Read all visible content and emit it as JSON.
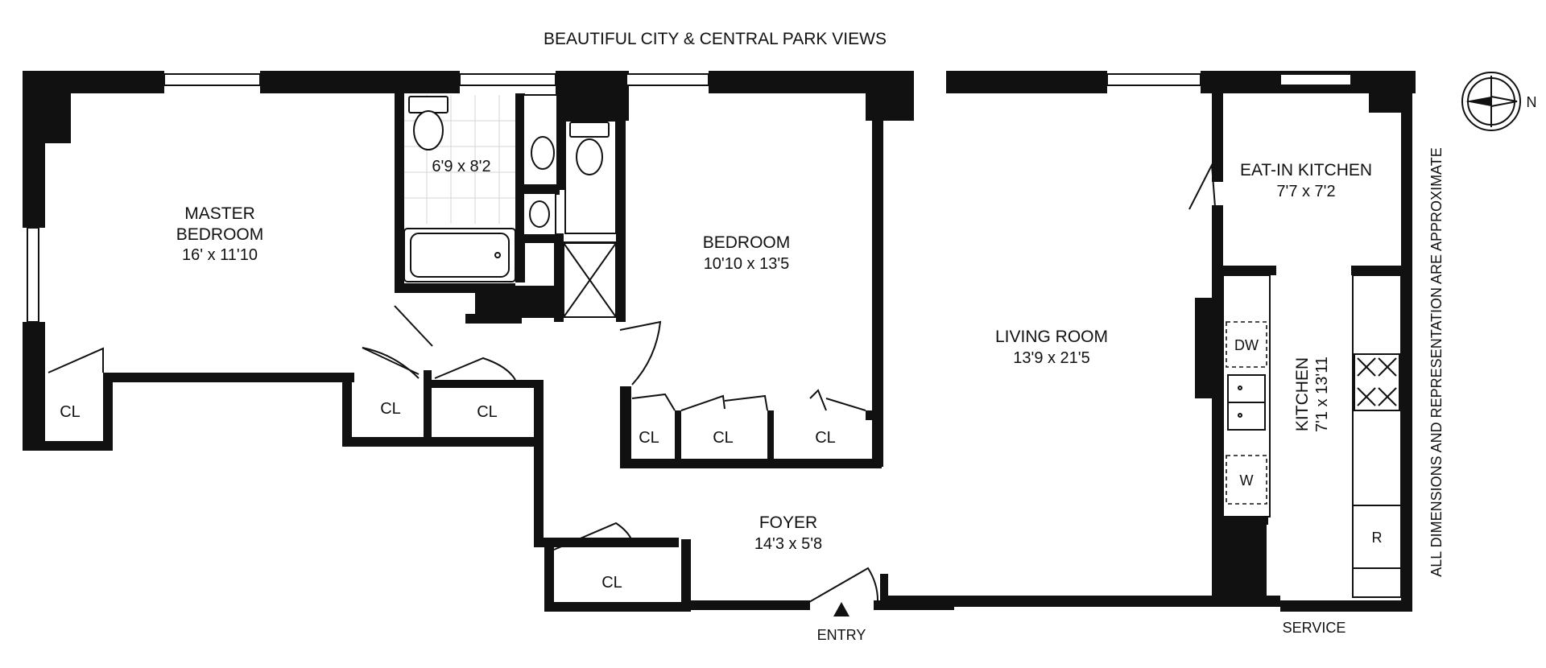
{
  "header": {
    "views": "BEAUTIFUL CITY & CENTRAL PARK VIEWS"
  },
  "disclaimer": "ALL DIMENSIONS AND REPRESENTATION ARE APPROXIMATE",
  "rooms": {
    "master_bedroom": {
      "name1": "MASTER",
      "name2": "BEDROOM",
      "dim": "16' x 11'10"
    },
    "bath": {
      "dim": "6'9 x 8'2"
    },
    "bedroom": {
      "name": "BEDROOM",
      "dim": "10'10 x 13'5"
    },
    "living_room": {
      "name": "LIVING ROOM",
      "dim": "13'9 x 21'5"
    },
    "eat_in_kitchen": {
      "name": "EAT-IN KITCHEN",
      "dim": "7'7 x 7'2"
    },
    "kitchen": {
      "name": "KITCHEN",
      "dim": "7'1 x 13'11"
    },
    "foyer": {
      "name": "FOYER",
      "dim": "14'3 x 5'8"
    }
  },
  "closets": {
    "label": "CL"
  },
  "appliances": {
    "dishwasher": "DW",
    "washer": "W",
    "refrigerator": "R"
  },
  "entrances": {
    "entry": "ENTRY",
    "service": "SERVICE"
  },
  "compass": {
    "north": "N"
  },
  "colors": {
    "wall": "#111111",
    "background": "#ffffff",
    "tile_grid": "#d6d6d6"
  }
}
